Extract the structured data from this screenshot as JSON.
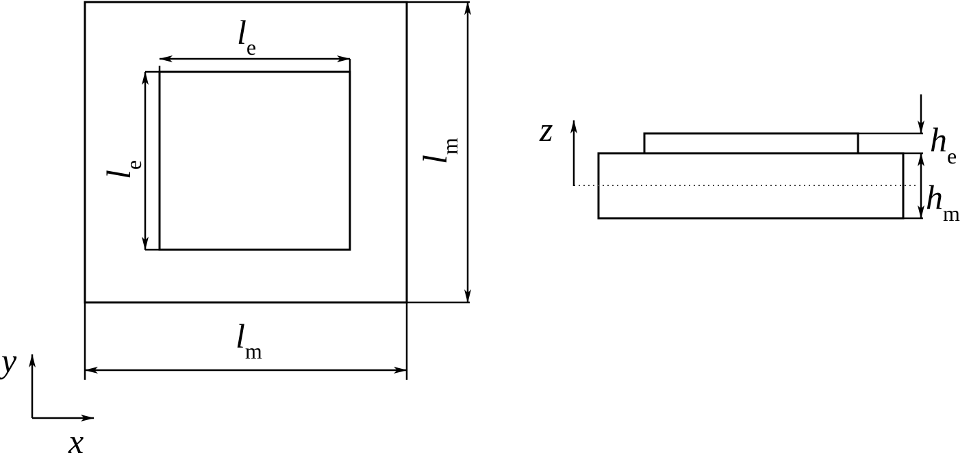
{
  "top_view": {
    "electrode_width": {
      "symbol": "l",
      "subscript": "e"
    },
    "electrode_height": {
      "symbol": "l",
      "subscript": "e"
    },
    "membrane_height": {
      "symbol": "l",
      "subscript": "m"
    },
    "membrane_width": {
      "symbol": "l",
      "subscript": "m"
    }
  },
  "axes_xy": {
    "y": "y",
    "x": "x"
  },
  "side_view": {
    "axis_z": "z",
    "electrode_thickness": {
      "symbol": "h",
      "subscript": "e"
    },
    "membrane_thickness": {
      "symbol": "h",
      "subscript": "m"
    }
  }
}
